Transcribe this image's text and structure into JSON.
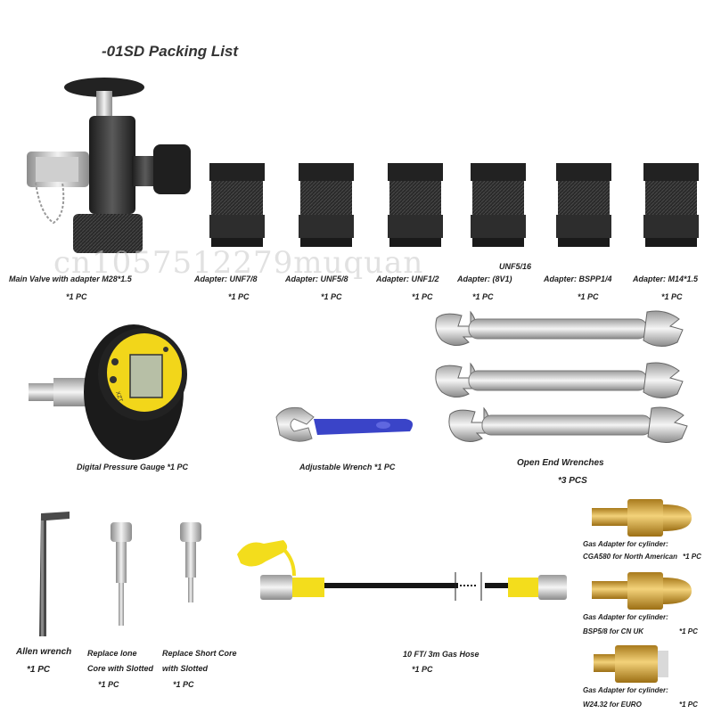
{
  "title": "-01SD  Packing List",
  "watermark": "cn1057512279muquan",
  "main_valve": {
    "label": "Main Valve with adapter  M28*1.5",
    "qty": "*1 PC"
  },
  "adapters": [
    {
      "label": "Adapter:  UNF7/8",
      "qty": "*1 PC"
    },
    {
      "label": "Adapter:  UNF5/8",
      "qty": "*1 PC"
    },
    {
      "label": "Adapter:  UNF1/2",
      "qty": "*1 PC"
    },
    {
      "label_top": "UNF5/16",
      "label": "Adapter:  (8V1)",
      "qty": "*1 PC"
    },
    {
      "label": "Adapter:  BSPP1/4",
      "qty": "*1 PC"
    },
    {
      "label": "Adapter:  M14*1.5",
      "qty": "*1 PC"
    }
  ],
  "gauge": {
    "label": "Digital Pressure Gauge   *1 PC",
    "brand": "XZT"
  },
  "adjustable_wrench": {
    "label": "Adjustable Wrench   *1 PC"
  },
  "open_end_wrenches": {
    "label": "Open End Wrenches",
    "qty": "*3 PCS"
  },
  "allen_wrench": {
    "label": "Allen wrench",
    "qty": "*1 PC"
  },
  "long_core": {
    "line1": "Replace lone",
    "line2": "Core with Slotted",
    "qty": "*1 PC"
  },
  "short_core": {
    "line1": "Replace Short Core",
    "line2": "with Slotted",
    "qty": "*1 PC"
  },
  "gas_hose": {
    "label": "10 FT/ 3m Gas Hose",
    "qty": "*1 PC"
  },
  "gas_adapters": [
    {
      "line1": "Gas Adapter for cylinder:",
      "line2": "CGA580   for North American",
      "qty": "*1 PC"
    },
    {
      "line1": "Gas Adapter for cylinder:",
      "line2": "BSP5/8   for CN UK",
      "qty": "*1 PC"
    },
    {
      "line1": "Gas Adapter for cylinder:",
      "line2": "W24.32   for EURO",
      "qty": "*1 PC"
    }
  ],
  "colors": {
    "metal_dark": "#2b2b2b",
    "brass": "#d4a437",
    "gauge_yellow": "#f2d61a",
    "hose_yellow": "#f3dd1c",
    "wrench_blue": "#3a44c8"
  }
}
